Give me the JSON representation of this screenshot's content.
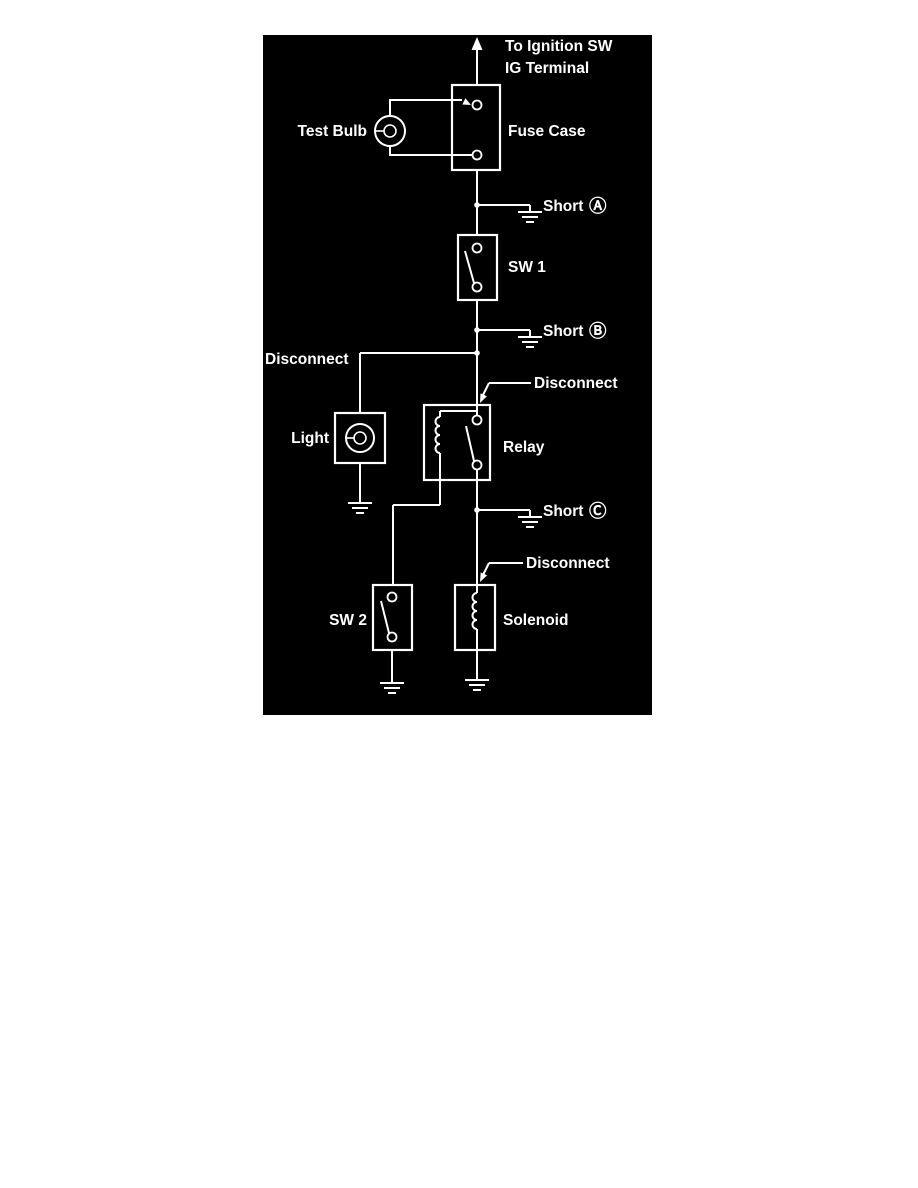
{
  "diagram": {
    "supply": {
      "line1": "To Ignition SW",
      "line2": "IG Terminal"
    },
    "labels": {
      "test_bulb": "Test Bulb",
      "fuse_case": "Fuse Case",
      "sw1": "SW 1",
      "disconnect_light": "Disconnect",
      "light": "Light",
      "disconnect_relay": "Disconnect",
      "relay": "Relay",
      "disconnect_solenoid": "Disconnect",
      "sw2": "SW 2",
      "solenoid": "Solenoid"
    },
    "shorts": [
      {
        "label": "Short",
        "letter": "Ⓐ"
      },
      {
        "label": "Short",
        "letter": "Ⓑ"
      },
      {
        "label": "Short",
        "letter": "Ⓒ"
      }
    ],
    "colors": {
      "panel_background": "#000000",
      "page_background": "#ffffff",
      "line": "#ffffff"
    }
  }
}
